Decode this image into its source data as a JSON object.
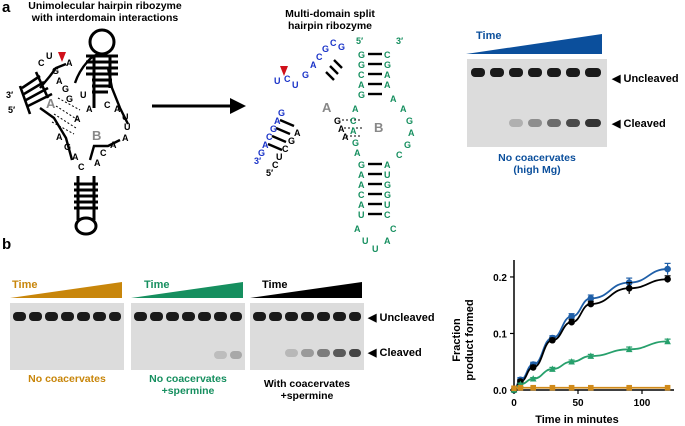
{
  "panel_a": {
    "letter": "a",
    "unimolecular": {
      "title_line1": "Unimolecular hairpin ribozyme",
      "title_line2": "with interdomain interactions",
      "domain_a": "A",
      "domain_b": "B",
      "end5": "5′",
      "end3": "3′",
      "seq": [
        "C",
        "U",
        "G",
        "A",
        "A",
        "G",
        "G",
        "A",
        "C",
        "A",
        "U",
        "U",
        "A",
        "A",
        "C",
        "A",
        "C",
        "A",
        "G",
        "A",
        "A",
        "U"
      ]
    },
    "split": {
      "title_line1": "Multi-domain split",
      "title_line2": "hairpin ribozyme",
      "domain_a": "A",
      "domain_b": "B",
      "end5_top": "5′",
      "end3_top": "3′",
      "end3_left": "3′",
      "end5_left": "5′",
      "blue_seq": [
        "G",
        "A",
        "C",
        "G",
        "A",
        "G",
        "U",
        "C",
        "U",
        "G",
        "A",
        "C",
        "G",
        "C",
        "G"
      ],
      "green_seq": [
        "G",
        "G",
        "C",
        "A",
        "G",
        "A",
        "C",
        "A",
        "G",
        "A",
        "G",
        "A",
        "A",
        "C",
        "A",
        "U",
        "A",
        "U",
        "U",
        "A",
        "C",
        "C",
        "U",
        "G",
        "G",
        "U",
        "A",
        "C",
        "G",
        "A",
        "G",
        "A",
        "A",
        "A"
      ],
      "black_seq": [
        "C",
        "U",
        "C",
        "G",
        "A",
        "G",
        "A",
        "A"
      ]
    },
    "gel": {
      "ramp_label": "Time",
      "uncleaved_label": "Uncleaved",
      "cleaved_label": "Cleaved",
      "condition_line1": "No coacervates",
      "condition_line2": "(high Mg)",
      "color": "#0b4f9c"
    }
  },
  "panel_b": {
    "letter": "b",
    "gels": [
      {
        "ramp_label": "Time",
        "condition_line1": "No coacervates",
        "condition_line2": "",
        "color": "#c8860b"
      },
      {
        "ramp_label": "Time",
        "condition_line1": "No coacervates",
        "condition_line2": "+spermine",
        "color": "#168f5f"
      },
      {
        "ramp_label": "Time",
        "condition_line1": "With coacervates",
        "condition_line2": "+spermine",
        "color": "#000000"
      }
    ],
    "uncleaved_label": "Uncleaved",
    "cleaved_label": "Cleaved"
  },
  "chart_data": {
    "type": "scatter",
    "xlabel": "Time in minutes",
    "ylabel_line1": "Fraction",
    "ylabel_line2": "product formed",
    "xlim": [
      0,
      125
    ],
    "ylim": [
      0,
      0.23
    ],
    "xticks": [
      0,
      50,
      100
    ],
    "yticks": [
      0.0,
      0.1,
      0.2
    ],
    "ytick_labels": [
      "0.0",
      "0.1",
      "0.2"
    ],
    "series": [
      {
        "color": "#1f5fa8",
        "marker": "circle",
        "x": [
          0,
          5,
          15,
          30,
          45,
          60,
          90,
          120
        ],
        "y": [
          0,
          0.018,
          0.045,
          0.092,
          0.13,
          0.162,
          0.19,
          0.214
        ],
        "err": [
          0,
          0.004,
          0.004,
          0.004,
          0.005,
          0.006,
          0.008,
          0.01
        ]
      },
      {
        "color": "#000000",
        "marker": "circle",
        "x": [
          0,
          5,
          15,
          30,
          45,
          60,
          90,
          120
        ],
        "y": [
          0,
          0.015,
          0.04,
          0.088,
          0.12,
          0.152,
          0.18,
          0.196
        ],
        "err": [
          0,
          0.003,
          0.004,
          0.004,
          0.005,
          0.005,
          0.01,
          0.006
        ]
      },
      {
        "color": "#27a06c",
        "marker": "triangle",
        "x": [
          0,
          5,
          15,
          30,
          45,
          60,
          90,
          120
        ],
        "y": [
          0,
          0.01,
          0.02,
          0.037,
          0.05,
          0.06,
          0.072,
          0.086
        ],
        "err": [
          0,
          0.002,
          0.002,
          0.003,
          0.003,
          0.003,
          0.004,
          0.004
        ]
      },
      {
        "color": "#d08a1a",
        "marker": "square",
        "x": [
          0,
          5,
          15,
          30,
          45,
          60,
          90,
          120
        ],
        "y": [
          0.003,
          0.004,
          0.004,
          0.004,
          0.004,
          0.004,
          0.004,
          0.004
        ],
        "err": [
          0,
          0,
          0,
          0,
          0,
          0,
          0,
          0
        ]
      }
    ]
  }
}
